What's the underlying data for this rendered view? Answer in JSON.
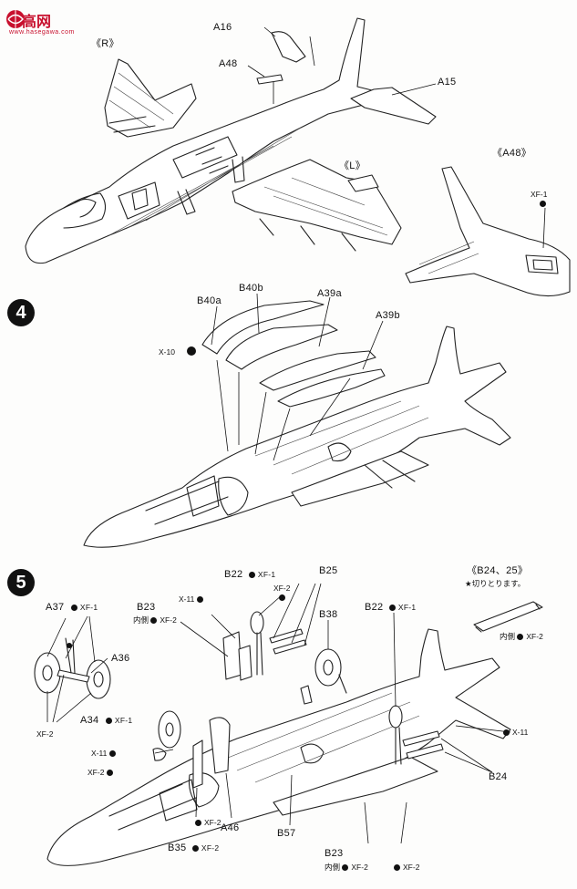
{
  "watermark": {
    "brand": "高网",
    "sub": "www.hasegawa.com"
  },
  "steps": {
    "four": "4",
    "five": "5"
  },
  "labels": {
    "r_wing": "《R》",
    "l_wing": "《L》",
    "a48_inset": "《A48》",
    "b24_inset": "《B24、25》",
    "cut_note": "★切りとります。",
    "a16": "A16",
    "a48": "A48",
    "a15": "A15",
    "b40a": "B40a",
    "b40b": "B40b",
    "a39a": "A39a",
    "a39b": "A39b",
    "a37": "A37",
    "a36": "A36",
    "a34": "A34",
    "b22_left": "B22",
    "b22_right": "B22",
    "b23_top": "B23",
    "b23_bottom": "B23",
    "b25": "B25",
    "b38": "B38",
    "b24": "B24",
    "b35": "B35",
    "a46": "A46",
    "b57": "B57"
  },
  "colors": {
    "xf1": "XF-1",
    "xf2": "XF-2",
    "x10": "X-10",
    "x11": "X-11",
    "inside": "内側"
  }
}
